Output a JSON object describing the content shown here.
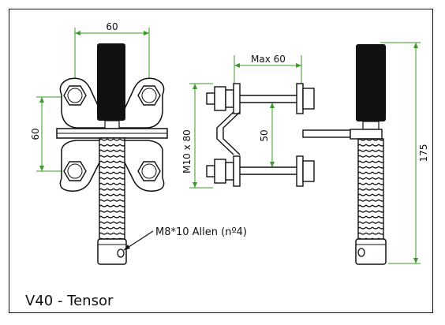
{
  "caption": "V40 - Tensor",
  "dimensions": {
    "top_width": "60",
    "left_height": "60",
    "clamp_max": "Max 60",
    "bolt": "M10 x 80",
    "inner": "50",
    "overall_height": "175"
  },
  "note": "M8*10 Allen (nº4)",
  "colors": {
    "dimension_line": "#3a9a2a",
    "outline": "#111111",
    "rubber": "#111111"
  }
}
